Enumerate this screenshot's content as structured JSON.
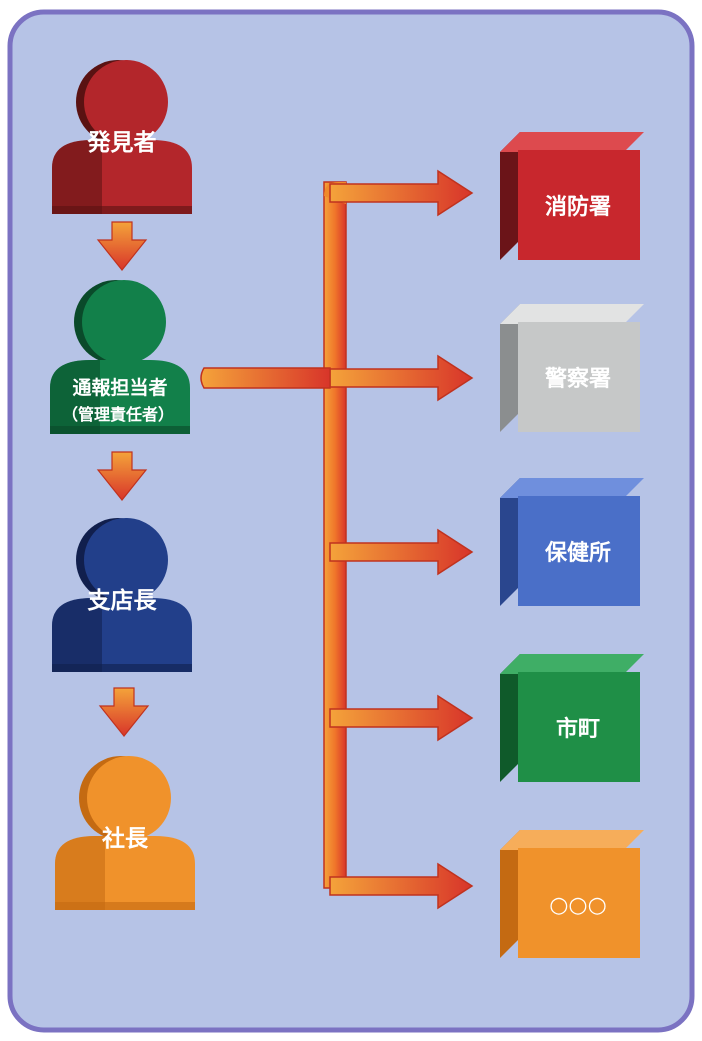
{
  "people": [
    {
      "id": "discoverer",
      "label": "発見者",
      "sublabel": "",
      "color": "#b3262b",
      "dark": "#5a1212",
      "light": "#d24a4f"
    },
    {
      "id": "reporter",
      "label": "通報担当者",
      "sublabel": "（管理責任者）",
      "color": "#12804a",
      "dark": "#0a4a2a",
      "light": "#2ea566"
    },
    {
      "id": "branch-manager",
      "label": "支店長",
      "sublabel": "",
      "color": "#223f8a",
      "dark": "#111f4d",
      "light": "#3d5fb5"
    },
    {
      "id": "president",
      "label": "社長",
      "sublabel": "",
      "color": "#f0922b",
      "dark": "#c46a12",
      "light": "#f7b25d"
    }
  ],
  "agencies": [
    {
      "id": "fire-department",
      "label": "消防署",
      "color": "#c8272d",
      "dark": "#6b1418",
      "light": "#dd4a4e"
    },
    {
      "id": "police",
      "label": "警察署",
      "color": "#c6c8c8",
      "dark": "#8b8e8f",
      "light": "#e2e3e3"
    },
    {
      "id": "health-center",
      "label": "保健所",
      "color": "#4a6fc8",
      "dark": "#2a468e",
      "light": "#6f8fdd"
    },
    {
      "id": "municipality",
      "label": "市町",
      "color": "#1f8f47",
      "dark": "#0f5a2a",
      "light": "#3fae66"
    },
    {
      "id": "other",
      "label": "○○○",
      "color": "#f0922b",
      "dark": "#c46a12",
      "light": "#f6ad5a"
    }
  ],
  "colors": {
    "panel_fill": "#b6c3e6",
    "panel_border": "#7b72c2",
    "arrow_orange": "#f08a2a",
    "arrow_red": "#d8352a"
  }
}
